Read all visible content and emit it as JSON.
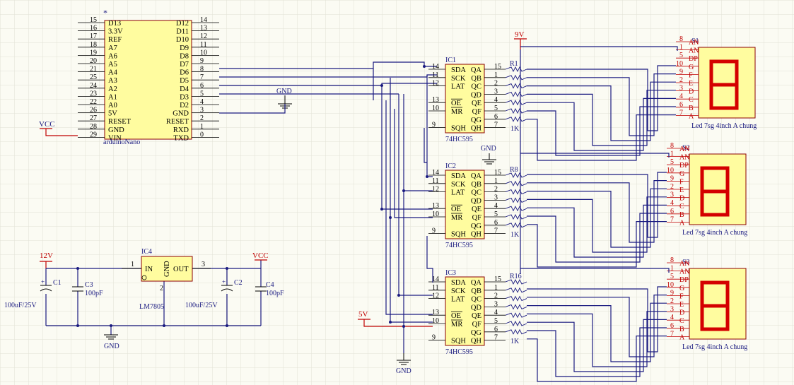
{
  "nano": {
    "name": "arduinoNano",
    "star": "*",
    "left": [
      {
        "n": "15",
        "l": "D13"
      },
      {
        "n": "16",
        "l": "3.3V"
      },
      {
        "n": "17",
        "l": "REF"
      },
      {
        "n": "18",
        "l": "A7"
      },
      {
        "n": "19",
        "l": "A6"
      },
      {
        "n": "20",
        "l": "A5"
      },
      {
        "n": "21",
        "l": "A4"
      },
      {
        "n": "25",
        "l": "A3"
      },
      {
        "n": "24",
        "l": "A2"
      },
      {
        "n": "23",
        "l": "A1"
      },
      {
        "n": "22",
        "l": "A0"
      },
      {
        "n": "26",
        "l": "5V"
      },
      {
        "n": "27",
        "l": "RESET"
      },
      {
        "n": "28",
        "l": "GND"
      },
      {
        "n": "29",
        "l": "VIN"
      }
    ],
    "right": [
      {
        "n": "14",
        "l": "D12"
      },
      {
        "n": "13",
        "l": "D11"
      },
      {
        "n": "12",
        "l": "D10"
      },
      {
        "n": "11",
        "l": "D9"
      },
      {
        "n": "10",
        "l": "D8"
      },
      {
        "n": "9",
        "l": "D7"
      },
      {
        "n": "8",
        "l": "D6"
      },
      {
        "n": "7",
        "l": "D5"
      },
      {
        "n": "6",
        "l": "D4"
      },
      {
        "n": "5",
        "l": "D3"
      },
      {
        "n": "4",
        "l": "D2"
      },
      {
        "n": "3",
        "l": "GND"
      },
      {
        "n": "2",
        "l": "RESET"
      },
      {
        "n": "1",
        "l": "RXD"
      },
      {
        "n": "0",
        "l": "TXD"
      }
    ]
  },
  "power": {
    "vcc_nano": "VCC",
    "gnd_nano": "GND",
    "v12": "12V",
    "vcc_reg": "VCC",
    "gnd_reg": "GND",
    "v9": "9V",
    "gnd_mid": "GND",
    "v5": "5V",
    "gnd_bot": "GND"
  },
  "regulator": {
    "ref": "IC4",
    "part": "LM7805",
    "in": "IN",
    "gnd": "GND",
    "out": "OUT",
    "pin_in": "1",
    "pin_gnd": "2",
    "pin_out": "3",
    "c1": "C1",
    "c1v": "100uF/25V",
    "c2": "C2",
    "c2v": "100uF/25V",
    "c3": "C3",
    "c3v": "100pF",
    "c4": "C4",
    "c4v": "100pF"
  },
  "sr": {
    "part": "74HC595",
    "refs": [
      "IC1",
      "IC2",
      "IC3"
    ],
    "left": [
      {
        "n": "14",
        "l": "SDA"
      },
      {
        "n": "11",
        "l": "SCK"
      },
      {
        "n": "12",
        "l": "LAT"
      },
      {
        "n": "",
        "l": ""
      },
      {
        "n": "13",
        "l": "OE"
      },
      {
        "n": "10",
        "l": "MR"
      },
      {
        "n": "",
        "l": ""
      },
      {
        "n": "9",
        "l": "SQH"
      }
    ],
    "right": [
      {
        "n": "15",
        "l": "QA"
      },
      {
        "n": "1",
        "l": "QB"
      },
      {
        "n": "2",
        "l": "QC"
      },
      {
        "n": "3",
        "l": "QD"
      },
      {
        "n": "4",
        "l": "QE"
      },
      {
        "n": "5",
        "l": "QF"
      },
      {
        "n": "6",
        "l": "QG"
      },
      {
        "n": "7",
        "l": "QH"
      }
    ]
  },
  "resistors": {
    "ref_first": [
      "R1",
      "R8",
      "R16"
    ],
    "value": "1K"
  },
  "display": {
    "refs": [
      "S1",
      "S2",
      "S3"
    ],
    "caption": "Led 7sg 4inch A chung",
    "pins": [
      {
        "n": "8",
        "l": "AN"
      },
      {
        "n": "1",
        "l": "AN"
      },
      {
        "n": "5",
        "l": "DP"
      },
      {
        "n": "10",
        "l": "G"
      },
      {
        "n": "9",
        "l": "F"
      },
      {
        "n": "2",
        "l": "E"
      },
      {
        "n": "3",
        "l": "D"
      },
      {
        "n": "4",
        "l": "C"
      },
      {
        "n": "6",
        "l": "B"
      },
      {
        "n": "7",
        "l": "A"
      }
    ]
  }
}
